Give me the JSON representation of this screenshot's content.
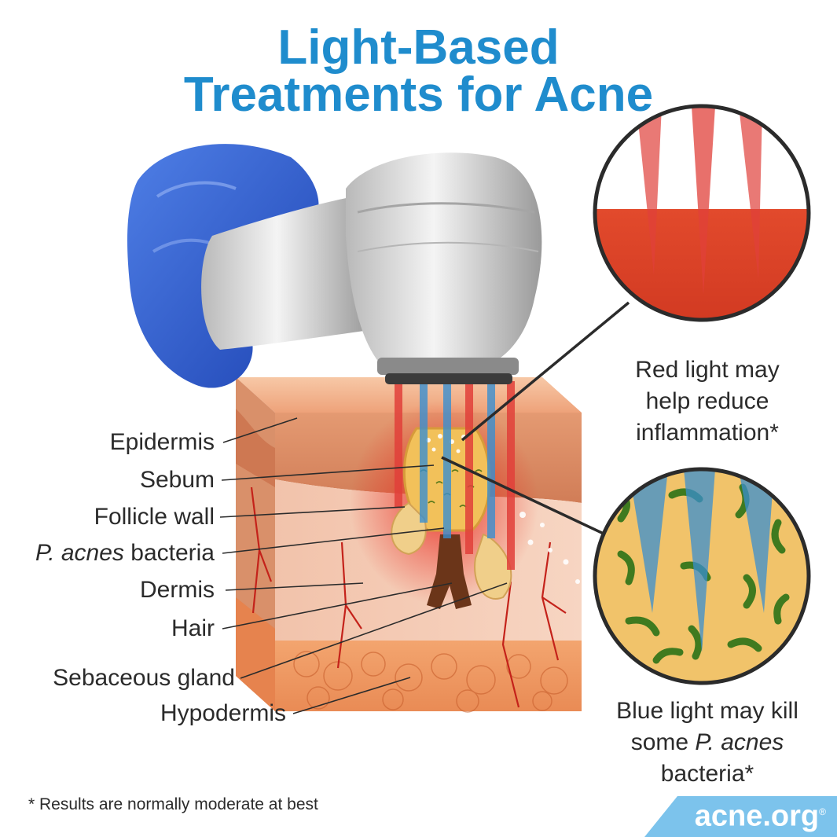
{
  "title": {
    "line1": "Light-Based",
    "line2": "Treatments for Acne"
  },
  "labels": {
    "epidermis": "Epidermis",
    "sebum": "Sebum",
    "follicle_wall": "Follicle wall",
    "bacteria_italic": "P. acnes",
    "bacteria_rest": " bacteria",
    "dermis": "Dermis",
    "hair": "Hair",
    "sebaceous_gland": "Sebaceous gland",
    "hypodermis": "Hypodermis"
  },
  "captions": {
    "red_line1": "Red light may",
    "red_line2": "help reduce",
    "red_line3": "inflammation*",
    "blue_line1": "Blue light may kill",
    "blue_line2_plain": "some ",
    "blue_line2_italic": "P. acnes",
    "blue_line3": "bacteria*"
  },
  "footnote": "* Results are normally moderate at best",
  "brand": {
    "name": "acne.org",
    "mark": "®"
  },
  "colors": {
    "title_blue": "#1f8ccd",
    "red_light": "#d8332a",
    "blue_light": "#4a9fd6",
    "glove_blue": "#2f5fd0",
    "skin": "#f3b894",
    "brand_bg": "#7cc3ec"
  }
}
